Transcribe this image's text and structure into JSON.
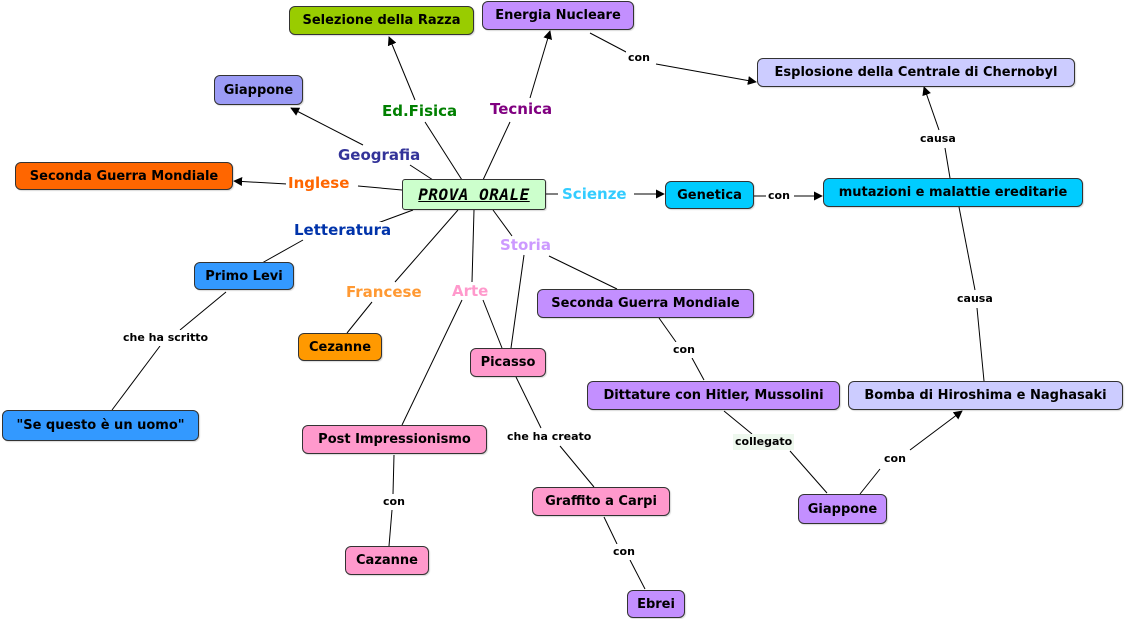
{
  "colors": {
    "green": "#99cc00",
    "purple": "#c38fff",
    "lavender": "#ccccff",
    "periwinkle": "#9b9bf5",
    "orange_dark": "#ff6600",
    "orange": "#ff9900",
    "cyan": "#00ccff",
    "blue": "#3399ff",
    "pink": "#ff99cc",
    "center": "#ccffcc"
  },
  "nodes": {
    "center": "PROVA ORALE",
    "selezione": "Selezione della Razza",
    "energia": "Energia Nucleare",
    "chernobyl": "Esplosione della Centrale di Chernobyl",
    "giappone_top": "Giappone",
    "seconda_guerra_left": "Seconda Guerra Mondiale",
    "genetica": "Genetica",
    "mutazioni": "mutazioni e malattie ereditarie",
    "primo_levi": "Primo Levi",
    "cezanne": "Cezanne",
    "seconda_guerra_right": "Seconda Guerra Mondiale",
    "picasso": "Picasso",
    "se_questo": "\"Se questo è un uomo\"",
    "post_impressionismo": "Post Impressionismo",
    "dittature": "Dittature con Hitler, Mussolini",
    "bomba": "Bomba di Hiroshima e Naghasaki",
    "graffito": "Graffito a Carpi",
    "giappone_bottom": "Giappone",
    "cazanne": "Cazanne",
    "ebrei": "Ebrei"
  },
  "subjects": {
    "ed_fisica": "Ed.Fisica",
    "tecnica": "Tecnica",
    "geografia": "Geografia",
    "inglese": "Inglese",
    "scienze": "Scienze",
    "letteratura": "Letteratura",
    "storia": "Storia",
    "francese": "Francese",
    "arte": "Arte"
  },
  "links": {
    "con_energia": "con",
    "causa_top": "causa",
    "con_genetica": "con",
    "causa_mid": "causa",
    "che_ha_scritto": "che ha scritto",
    "con_guerra": "con",
    "che_ha_creato": "che ha creato",
    "collegato": "collegato",
    "con_giappone": "con",
    "con_post": "con",
    "con_graffito": "con"
  }
}
